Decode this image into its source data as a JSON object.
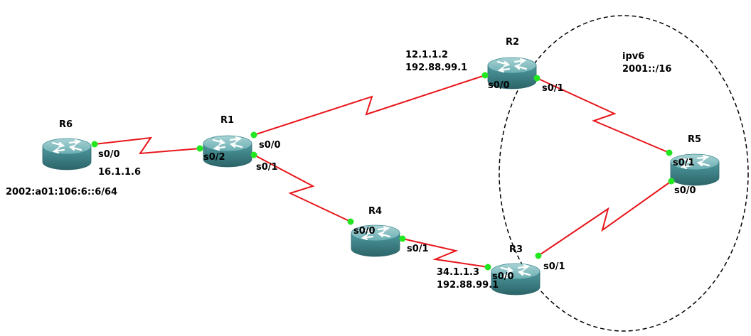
{
  "colors": {
    "link": "#e8161b",
    "port": "#22e620",
    "router_top": "#8fc2c4",
    "router_mid": "#3f8a8f",
    "router_dark": "#2b6468",
    "ellipse": "#000000"
  },
  "icons": {
    "router": "router-icon"
  },
  "routers": [
    {
      "id": "R6",
      "name": "R6"
    },
    {
      "id": "R1",
      "name": "R1"
    },
    {
      "id": "R2",
      "name": "R2"
    },
    {
      "id": "R4",
      "name": "R4"
    },
    {
      "id": "R3",
      "name": "R3"
    },
    {
      "id": "R5",
      "name": "R5"
    }
  ],
  "links": [
    {
      "from": "R6",
      "to": "R1"
    },
    {
      "from": "R1",
      "to": "R2"
    },
    {
      "from": "R1",
      "to": "R4"
    },
    {
      "from": "R4",
      "to": "R3"
    },
    {
      "from": "R2",
      "to": "R5"
    },
    {
      "from": "R5",
      "to": "R3"
    }
  ],
  "ports": {
    "r6_s00": "s0/0",
    "r1_s02": "s0/2",
    "r1_s00": "s0/0",
    "r1_s01": "s0/1",
    "r2_s00": "s0/0",
    "r2_s01": "s0/1",
    "r4_s00": "s0/0",
    "r4_s01": "s0/1",
    "r3_s00": "s0/0",
    "r3_s01": "s0/1",
    "r5_s01": "s0/1",
    "r5_s00": "s0/0"
  },
  "annotations": {
    "r6_ip": "16.1.1.6",
    "r6_ipv6": "2002:a01:106:6::6/64",
    "r2_ip1": "12.1.1.2",
    "r2_ip2": "192.88.99.1",
    "r3_ip1": "34.1.1.3",
    "r3_ip2": "192.88.99.1",
    "region_title": "ipv6",
    "region_prefix": "2001::/16"
  }
}
